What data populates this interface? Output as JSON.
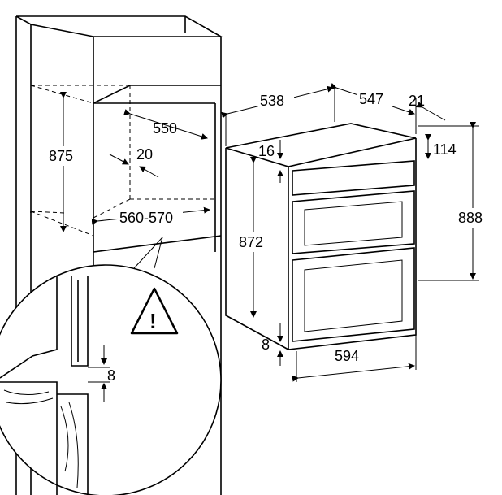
{
  "cabinet": {
    "height_label": "875",
    "depth_label": "550",
    "gap_label": "20",
    "width_label": "560-570"
  },
  "oven": {
    "depth_total_label": "538",
    "depth_body_label": "547",
    "front_depth_label": "21",
    "top_offset_label": "16",
    "panel_height_label": "114",
    "body_height_label": "872",
    "total_height_label": "888",
    "bottom_offset_label": "8",
    "width_label": "594"
  },
  "detail": {
    "warning_symbol": "!",
    "gap_label": "8"
  }
}
